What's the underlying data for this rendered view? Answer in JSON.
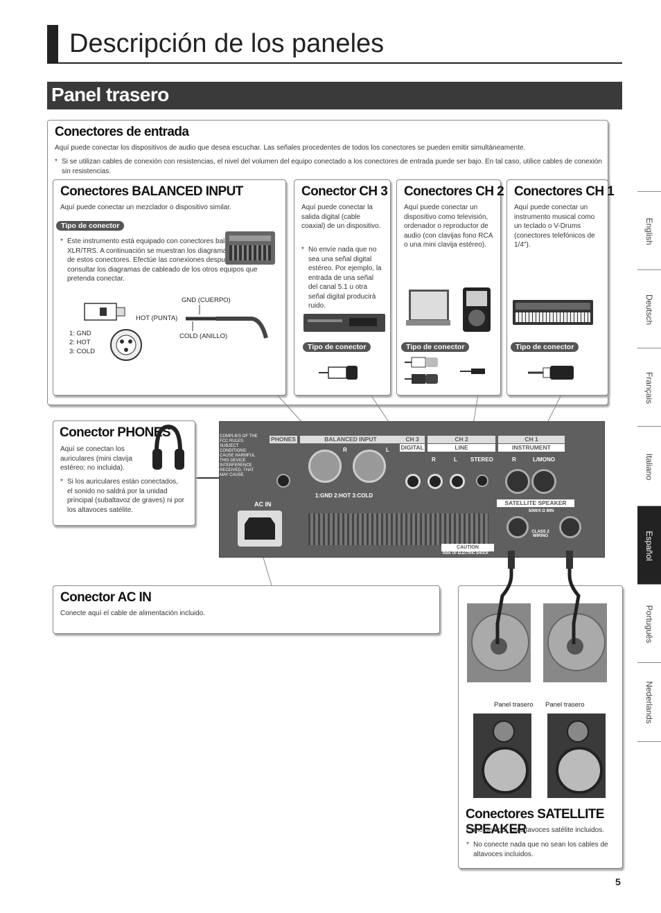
{
  "page": {
    "title": "Descripción de los paneles",
    "section": "Panel trasero",
    "page_number": "5"
  },
  "language_tabs": [
    "English",
    "Deutsch",
    "Français",
    "Italiano",
    "Español",
    "Português",
    "Nederlands"
  ],
  "active_language": "Español",
  "inputs": {
    "title": "Conectores de entrada",
    "desc": "Aquí puede conectar los dispositivos de audio que desea escuchar. Las señales procedentes de todos los conectores se pueden emitir simultáneamente.",
    "note": "Si se utilizan cables de conexión con resistencias, el nivel del volumen del equipo conectado a los conectores de entrada puede ser bajo. En tal caso, utilice cables de conexión sin resistencias."
  },
  "balanced": {
    "title": "Conectores BALANCED INPUT",
    "desc": "Aquí puede conectar un mezclador o dispositivo similar.",
    "badge": "Tipo de conector",
    "note": "Este instrumento está equipado con conectores balanceados tipo XLR/TRS. A continuación se muestran los diagramas de cableado de estos conectores. Efectúe las conexiones después de consultar los diagramas de cableado de los otros equipos que pretenda conectar.",
    "xlr_pins": [
      "1: GND",
      "2: HOT",
      "3: COLD"
    ],
    "trs_labels": {
      "gnd": "GND (CUERPO)",
      "hot": "HOT (PUNTA)",
      "cold": "COLD (ANILLO)"
    }
  },
  "ch3": {
    "title": "Conector CH 3",
    "desc": "Aquí puede conectar la salida digital (cable coaxial) de un dispositivo.",
    "note": "No envíe nada que no sea una señal digital estéreo. Por ejemplo, la entrada de una señal del canal 5.1 u otra señal digital producirá ruido.",
    "badge": "Tipo de conector"
  },
  "ch2": {
    "title": "Conectores CH 2",
    "desc": "Aquí puede conectar un dispositivo como televisión, ordenador o reproductor de audio (con clavijas fono RCA o una mini clavija estéreo).",
    "badge": "Tipo de conector"
  },
  "ch1": {
    "title": "Conectores CH 1",
    "desc": "Aquí puede conectar un instrumento musical como un teclado o V-Drums (conectores telefónicos de 1/4\").",
    "badge": "Tipo de conector"
  },
  "phones": {
    "title": "Conector PHONES",
    "desc": "Aquí se conectan los auriculares (mini clavija estéreo; no incluida).",
    "note": "Si los auriculares están conectados, el sonido no saldrá por la unidad principal (subaltavoz de graves) ni por los altavoces satélite."
  },
  "acin": {
    "title": "Conector AC IN",
    "desc": "Conecte aquí el cable de alimentación incluido."
  },
  "satellite": {
    "title": "Conectores SATELLITE SPEAKER",
    "desc": "Conecte aquí los altavoces satélite incluidos.",
    "note": "No conecte nada que no sean los cables de altavoces incluidos.",
    "rear_label_left": "Panel trasero",
    "rear_label_right": "Panel trasero"
  },
  "rear_panel": {
    "phones": "PHONES",
    "balanced": "BALANCED INPUT",
    "ch3": "CH 3",
    "digital": "DIGITAL",
    "ch2": "CH 2",
    "line": "LINE",
    "ch1": "CH 1",
    "instrument": "INSTRUMENT",
    "r": "R",
    "l": "L",
    "stereo": "STEREO",
    "lmono": "L/MONO",
    "pins": "1:GND  2:HOT  3:COLD",
    "acin": "AC IN",
    "satellite": "SATELLITE SPEAKER",
    "impedance": "50W/4 Ω MIN",
    "class2": "CLASS 2 WIRING",
    "caution": "CAUTION",
    "caution_sub": "RISK OF ELECTRIC SHOCK",
    "fcc": "COMPLIES OF THE FCC RULES. SUBJECT CONDITIONS: CAUSE HARMFUL THIS DEVICE INTERFERENCE RECEIVED, THAT MAY CAUSE"
  }
}
